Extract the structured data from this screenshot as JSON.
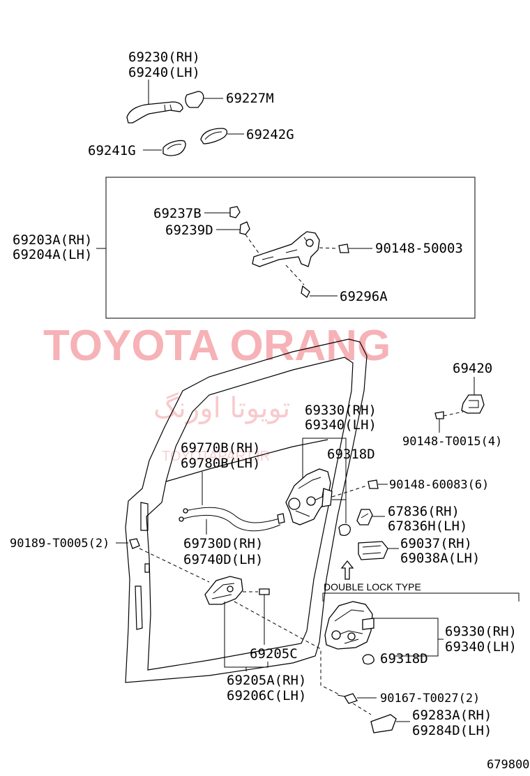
{
  "labels": {
    "outer_handle_rh": "69230(RH)",
    "outer_handle_lh": "69240(LH)",
    "cap": "69227M",
    "pad_g": "69242G",
    "pad_rear": "69241G",
    "frame_rh": "69203A(RH)",
    "frame_lh": "69204A(LH)",
    "clip_b": "69237B",
    "clip_d": "69239D",
    "screw_top": "90148-50003",
    "screw_69296": "69296A",
    "striker": "69420",
    "striker_screw": "90148-T0015(4)",
    "lock_rh": "69330(RH)",
    "lock_lh": "69340(LH)",
    "lock_pad": "69318D",
    "cable_rh": "69770B(RH)",
    "cable_lh": "69780B(LH)",
    "lock_screw": "90148-60083(6)",
    "cover_rh": "67836(RH)",
    "cover_lh": "67836H(LH)",
    "rod_rh": "69730D(RH)",
    "rod_lh": "69740D(LH)",
    "bolt_left": "90189-T0005(2)",
    "protector_rh": "69037(RH)",
    "protector_lh": "69038A(LH)",
    "double_lock_type": "DOUBLE LOCK TYPE",
    "dl_lock_rh": "69330(RH)",
    "dl_lock_lh": "69340(LH)",
    "dl_pad": "69318D",
    "inner_pad": "69205C",
    "inner_rh": "69205A(RH)",
    "inner_lh": "69206C(LH)",
    "screw_bottom": "90167-T0027(2)",
    "bezel_rh": "69283A(RH)",
    "bezel_lh": "69284D(LH)",
    "figure_no": "679800"
  },
  "watermark": {
    "title": "TOYOTA ORANG",
    "persian": "تویوتا اورنگ",
    "site": "TOYOTAPART.IR",
    "color": "#f4a0a4"
  }
}
